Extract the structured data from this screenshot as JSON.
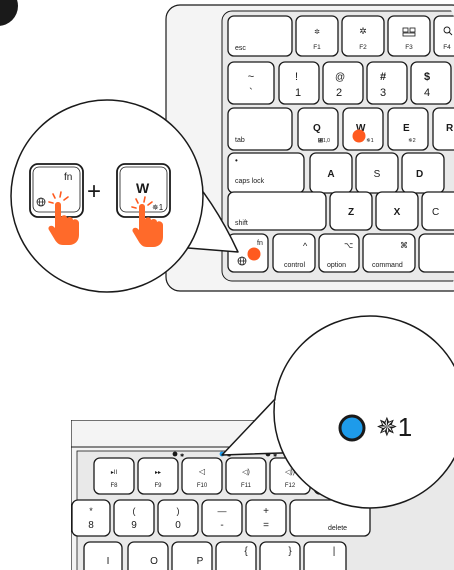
{
  "colors": {
    "outline": "#1a1a1a",
    "panel": "#f4f4f4",
    "key": "#ffffff",
    "highlight": "#ff5a1f",
    "hand": "#ff6a2a",
    "led": "#1e9bea"
  },
  "keyboard_top": {
    "row_fn": [
      {
        "icon": "dim-icon",
        "label": "F1"
      },
      {
        "icon": "bright-icon",
        "label": "F2"
      },
      {
        "icon": "mission-control-icon",
        "label": "F3"
      },
      {
        "icon": "search-icon",
        "label": "F4"
      }
    ],
    "esc": "esc",
    "row_num": [
      {
        "top": "~",
        "bottom": "`"
      },
      {
        "top": "!",
        "bottom": "1"
      },
      {
        "top": "@",
        "bottom": "2"
      },
      {
        "top": "#",
        "bottom": "3"
      },
      {
        "top": "$",
        "bottom": "4"
      }
    ],
    "tab": "tab",
    "q": {
      "main": "Q",
      "sub": "␸1,0"
    },
    "w": {
      "main": "W",
      "sub": "✵1"
    },
    "e": {
      "main": "E",
      "sub": "✵2"
    },
    "r": {
      "main": "R"
    },
    "caps_dot": "•",
    "caps": "caps lock",
    "row_asd": [
      "A",
      "S",
      "D"
    ],
    "shift": "shift",
    "row_zxc": [
      "Z",
      "X",
      "C"
    ],
    "fn": "fn",
    "control": "control",
    "control_glyph": "^",
    "option": "option",
    "option_glyph": "⌥",
    "command": "command",
    "command_glyph": "⌘"
  },
  "callout": {
    "fn": "fn",
    "plus": "+",
    "w": "W",
    "w_sub": "✵1"
  },
  "keyboard_bottom": {
    "row_fn": [
      {
        "icon": "play-pause-icon",
        "glyph": "▸II",
        "label": "F8"
      },
      {
        "icon": "fast-forward-icon",
        "glyph": "▸▸",
        "label": "F9"
      },
      {
        "icon": "mute-icon",
        "glyph": "◁",
        "label": "F10"
      },
      {
        "icon": "volume-down-icon",
        "glyph": "◁)",
        "label": "F11"
      },
      {
        "icon": "volume-up-icon",
        "glyph": "◁))",
        "label": "F12"
      }
    ],
    "row_num": [
      {
        "top": "*",
        "bottom": "8"
      },
      {
        "top": "(",
        "bottom": "9"
      },
      {
        "top": ")",
        "bottom": "0"
      },
      {
        "top": "—",
        "bottom": "-"
      },
      {
        "top": "+",
        "bottom": "="
      }
    ],
    "delete": "delete",
    "row_letters": [
      "I",
      "O",
      "P",
      "{",
      "}",
      "|"
    ]
  },
  "indicator": {
    "channel": "✵1"
  }
}
